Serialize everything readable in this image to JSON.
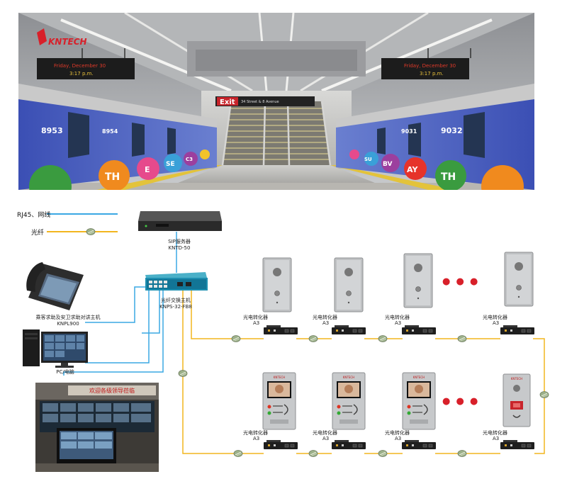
{
  "banner": {
    "logo": "KNTECH",
    "sign_left_date": "Friday, December 30",
    "sign_left_time": "3:17 p.m.",
    "sign_right_date": "Friday, December 30",
    "sign_right_time": "3:17 p.m.",
    "exit_sign": "Exit",
    "exit_sub": "34 Street &\n8 Avenue",
    "car_numbers": [
      "8953",
      "8954",
      "9031",
      "9032"
    ],
    "route_letters": [
      "TH",
      "E",
      "SE",
      "C3",
      "SU",
      "BV",
      "AY",
      "TH"
    ]
  },
  "legend": {
    "rj45_label": "RJ45、网线",
    "fiber_label": "光纤"
  },
  "devices": {
    "sip_server_name": "SIP服务器",
    "sip_server_model": "KNTD-50",
    "switch_name": "光纤交换主机",
    "switch_model": "KNPS-32-FB8",
    "host_phone_name": "乘客求助及安卫求助对讲主机",
    "host_phone_model": "KNPL900",
    "pc_label": "PC/电脑",
    "monitor_banner": "欢迎各级领导莅临",
    "converter_name": "光电转化器",
    "converter_model": "A3",
    "ellipsis": "● ● ●",
    "intercom_brand": "KNTECH"
  },
  "colors": {
    "network_line": "#3aa8e4",
    "fiber_line": "#f2b61f",
    "ellipsis_red": "#d8202a",
    "fiber_marker": "#9cb08a"
  }
}
